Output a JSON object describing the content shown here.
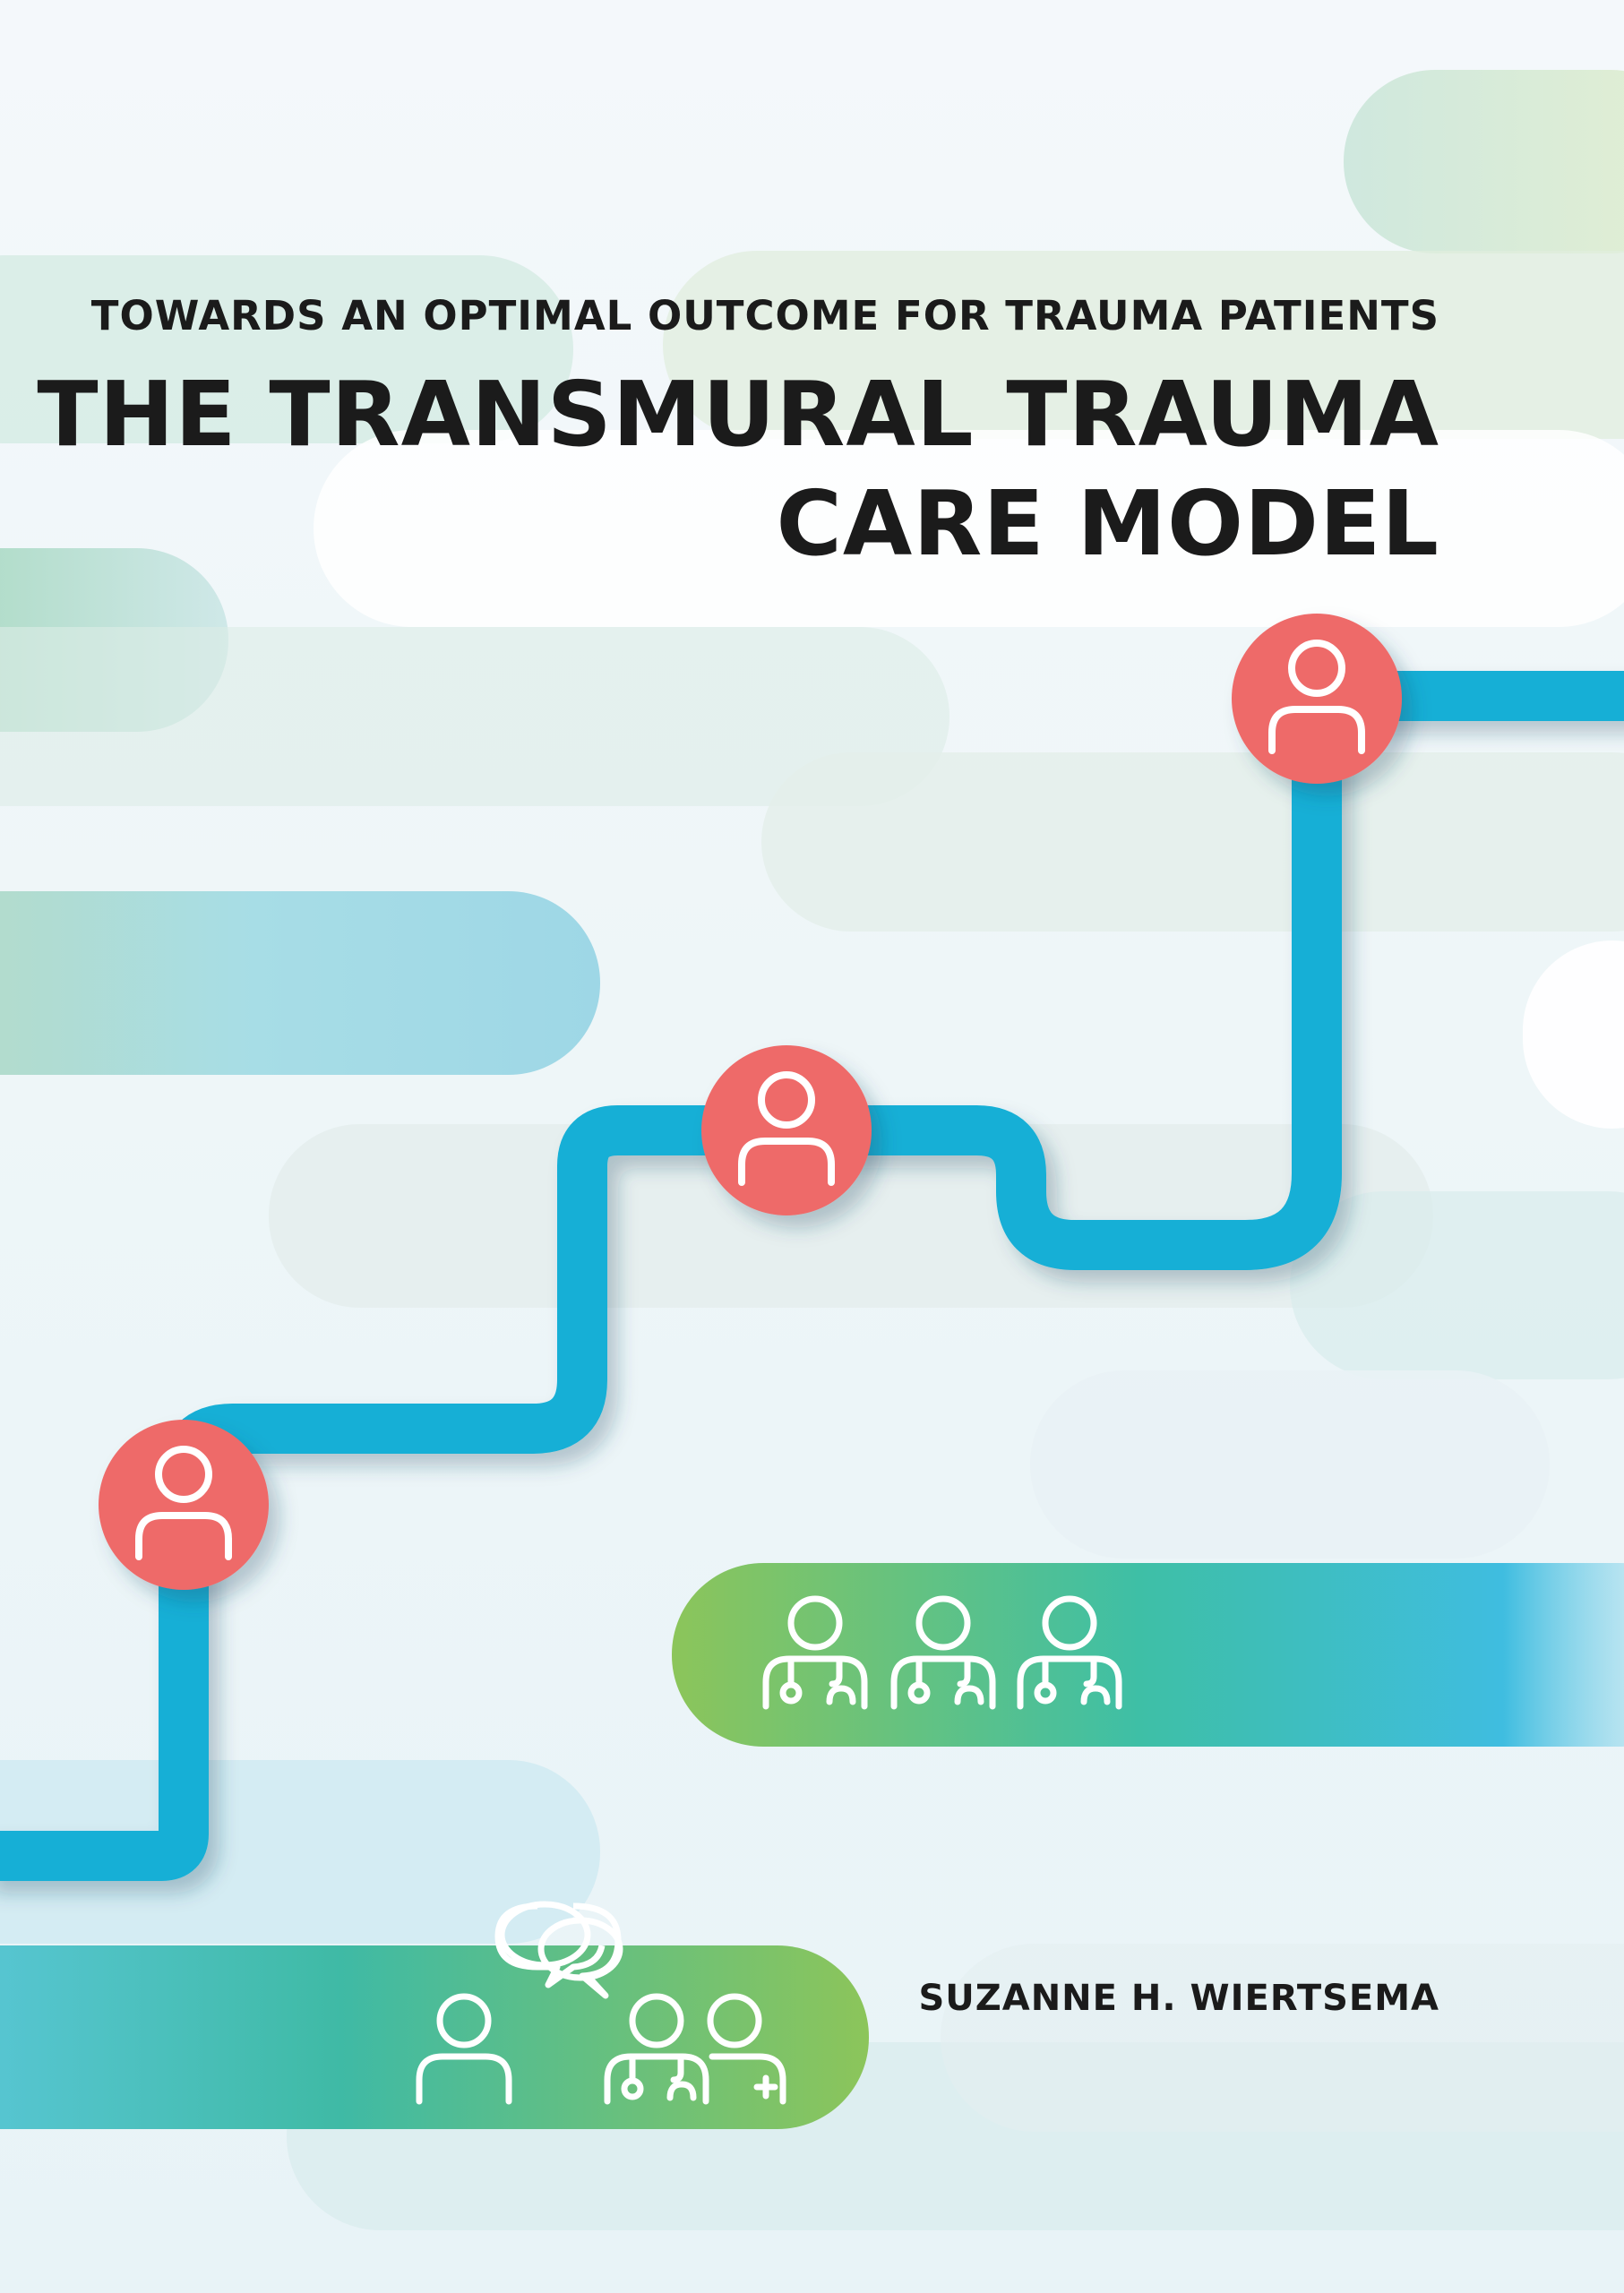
{
  "cover": {
    "subtitle": "TOWARDS AN OPTIMAL OUTCOME FOR TRAUMA PATIENTS",
    "title_line_1": "THE TRANSMURAL TRAUMA",
    "title_line_2": "CARE MODEL",
    "author": "SUZANNE H. WIERTSEMA"
  },
  "colors": {
    "path": "#12afd6",
    "node": "#ee6a69",
    "green": "#86c05a",
    "teal": "#3cbfc5",
    "text": "#1b1b1b"
  },
  "icons": {
    "pathway_nodes": [
      "person-icon",
      "person-icon",
      "person-icon"
    ],
    "care_team": [
      "doctor-icon",
      "doctor-icon",
      "doctor-icon"
    ],
    "consultation": [
      "speech-bubbles-icon",
      "person-icon",
      "doctor-icon",
      "nurse-icon"
    ]
  }
}
